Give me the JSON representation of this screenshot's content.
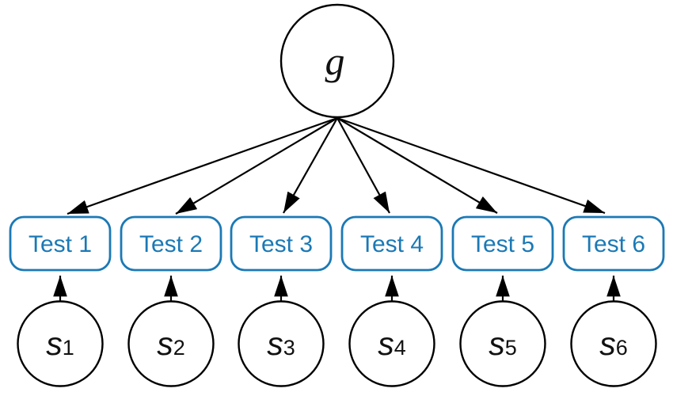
{
  "diagram": {
    "type": "path-diagram",
    "description_of_model": "General factor g loading on six tests, each with a specific factor",
    "colors": {
      "accent": "#1b79b5",
      "line": "#000000",
      "background": "#ffffff"
    },
    "general_factor": {
      "label": "g"
    },
    "tests": [
      {
        "label": "Test 1"
      },
      {
        "label": "Test 2"
      },
      {
        "label": "Test 3"
      },
      {
        "label": "Test 4"
      },
      {
        "label": "Test 5"
      },
      {
        "label": "Test 6"
      }
    ],
    "specific_factors": [
      {
        "letter": "s",
        "subscript": "1"
      },
      {
        "letter": "s",
        "subscript": "2"
      },
      {
        "letter": "s",
        "subscript": "3"
      },
      {
        "letter": "s",
        "subscript": "4"
      },
      {
        "letter": "s",
        "subscript": "5"
      },
      {
        "letter": "s",
        "subscript": "6"
      }
    ],
    "edges": [
      {
        "from": "g",
        "to": "Test 1"
      },
      {
        "from": "g",
        "to": "Test 2"
      },
      {
        "from": "g",
        "to": "Test 3"
      },
      {
        "from": "g",
        "to": "Test 4"
      },
      {
        "from": "g",
        "to": "Test 5"
      },
      {
        "from": "g",
        "to": "Test 6"
      },
      {
        "from": "s1",
        "to": "Test 1"
      },
      {
        "from": "s2",
        "to": "Test 2"
      },
      {
        "from": "s3",
        "to": "Test 3"
      },
      {
        "from": "s4",
        "to": "Test 4"
      },
      {
        "from": "s5",
        "to": "Test 5"
      },
      {
        "from": "s6",
        "to": "Test 6"
      }
    ]
  }
}
